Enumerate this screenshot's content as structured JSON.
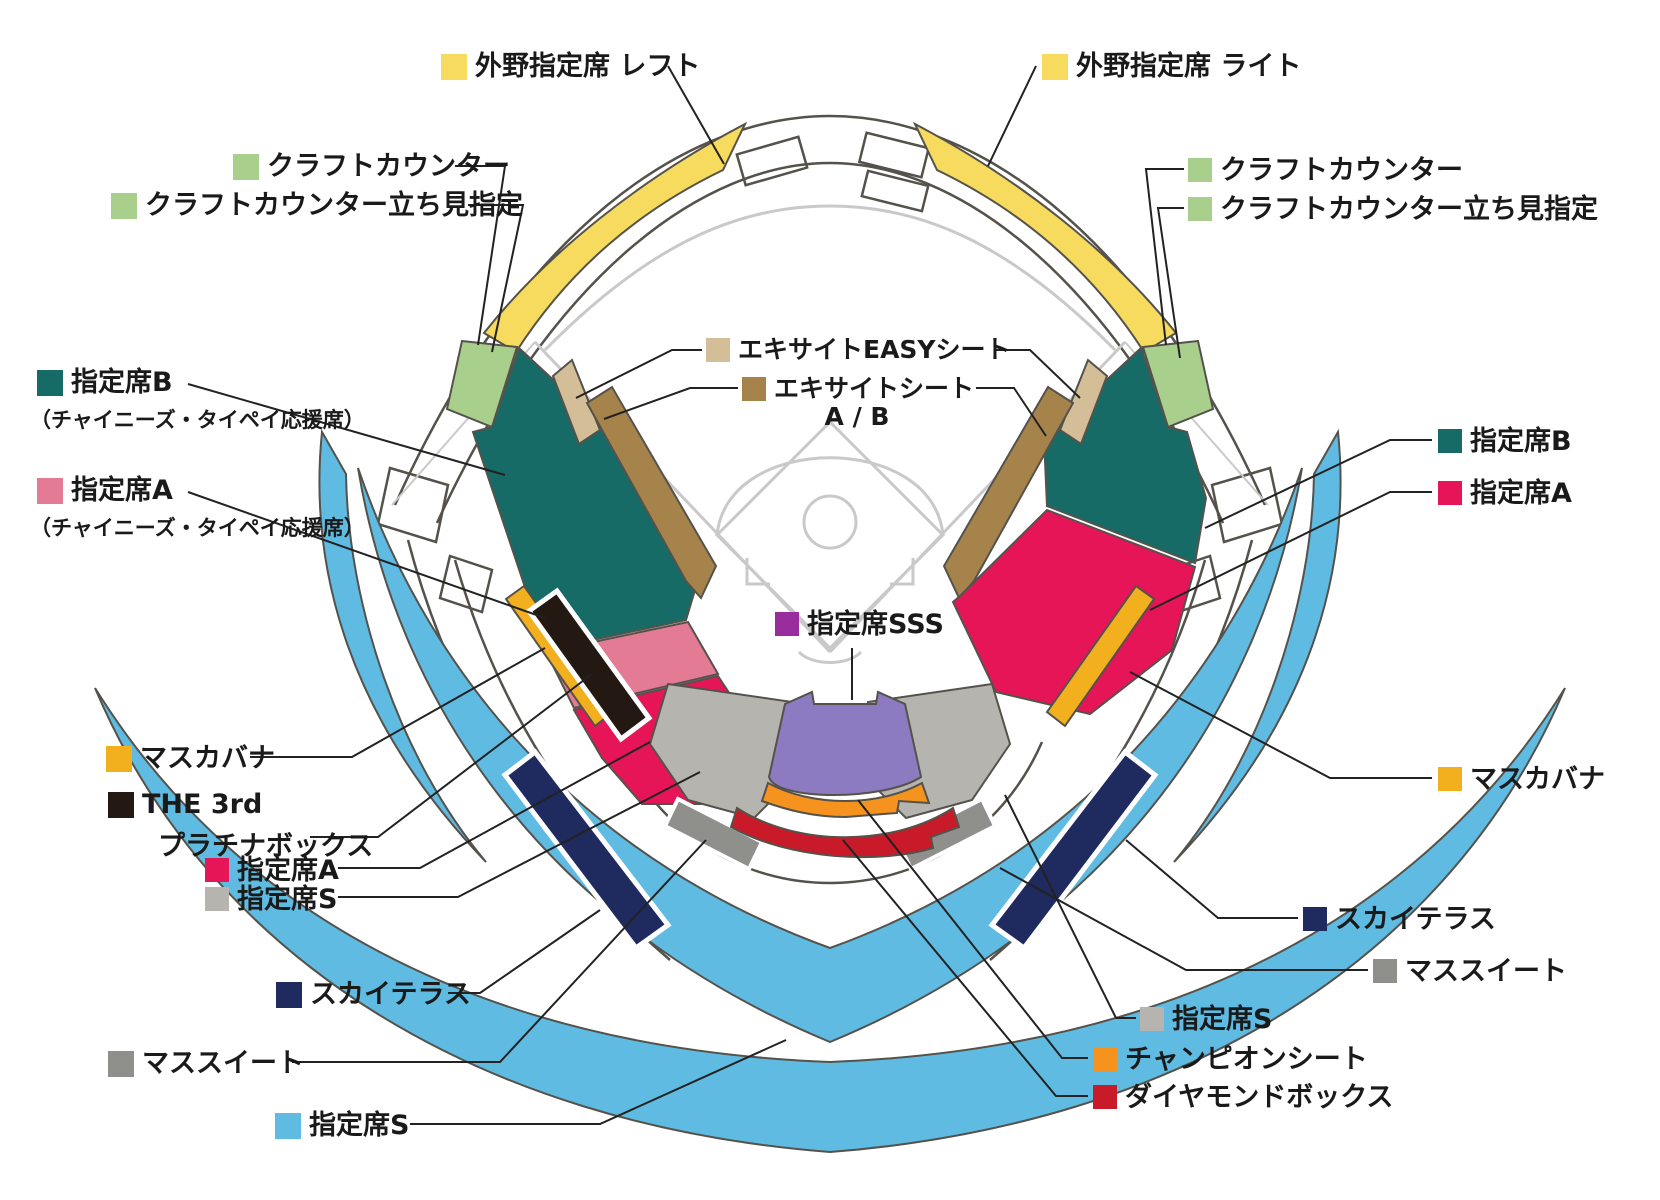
{
  "colors": {
    "yellow": "#F6DB5E",
    "green": "#A9CF8D",
    "teal": "#166B66",
    "pink": "#E27B93",
    "crimson": "#E61557",
    "beige": "#D3BE97",
    "brown": "#A5834B",
    "purple_section": "#8D7BC1",
    "purple_legend": "#9A2D9E",
    "orange": "#F6921E",
    "dark_red": "#C81A28",
    "gray": "#B5B4AE",
    "dark_gray": "#8F8F8C",
    "navy": "#1F2A5F",
    "light_blue": "#5FBBE1",
    "black": "#241812",
    "amber": "#F2B01E",
    "outline": "#55524C",
    "field_line": "#C9C9C9",
    "label_text": "#1A1A1A"
  },
  "legend": {
    "outfield_left": {
      "label": "外野指定席 レフト"
    },
    "craft_counter_left": {
      "label": "クラフトカウンター"
    },
    "craft_standing_left": {
      "label": "クラフトカウンター立ち見指定"
    },
    "reserved_b_left": {
      "label": "指定席B",
      "sublabel": "（チャイニーズ・タイペイ応援席）"
    },
    "reserved_a_left": {
      "label": "指定席A",
      "sublabel": "（チャイニーズ・タイペイ応援席）"
    },
    "excite_easy": {
      "label": "エキサイトEASYシート"
    },
    "excite": {
      "label": "エキサイトシート",
      "label2": "A / B"
    },
    "reserved_sss": {
      "label": "指定席SSS"
    },
    "mass_cabana_left": {
      "label": "マスカバナ"
    },
    "the_3rd": {
      "label": "THE 3rd",
      "label2": "プラチナボックス"
    },
    "reserved_a_left_lower": {
      "label": "指定席A"
    },
    "reserved_s_left_lower": {
      "label": "指定席S"
    },
    "sky_terrace_left": {
      "label": "スカイテラス"
    },
    "mass_suite_left": {
      "label": "マススイート"
    },
    "reserved_s_bottom": {
      "label": "指定席S"
    },
    "outfield_right": {
      "label": "外野指定席 ライト"
    },
    "craft_counter_right": {
      "label": "クラフトカウンター"
    },
    "craft_standing_right": {
      "label": "クラフトカウンター立ち見指定"
    },
    "reserved_b_right": {
      "label": "指定席B"
    },
    "reserved_a_right": {
      "label": "指定席A"
    },
    "mass_cabana_right": {
      "label": "マスカバナ"
    },
    "sky_terrace_right": {
      "label": "スカイテラス"
    },
    "mass_suite_right": {
      "label": "マススイート"
    },
    "reserved_s_right": {
      "label": "指定席S"
    },
    "champion_seat": {
      "label": "チャンピオンシート"
    },
    "diamond_box": {
      "label": "ダイヤモンドボックス"
    }
  }
}
